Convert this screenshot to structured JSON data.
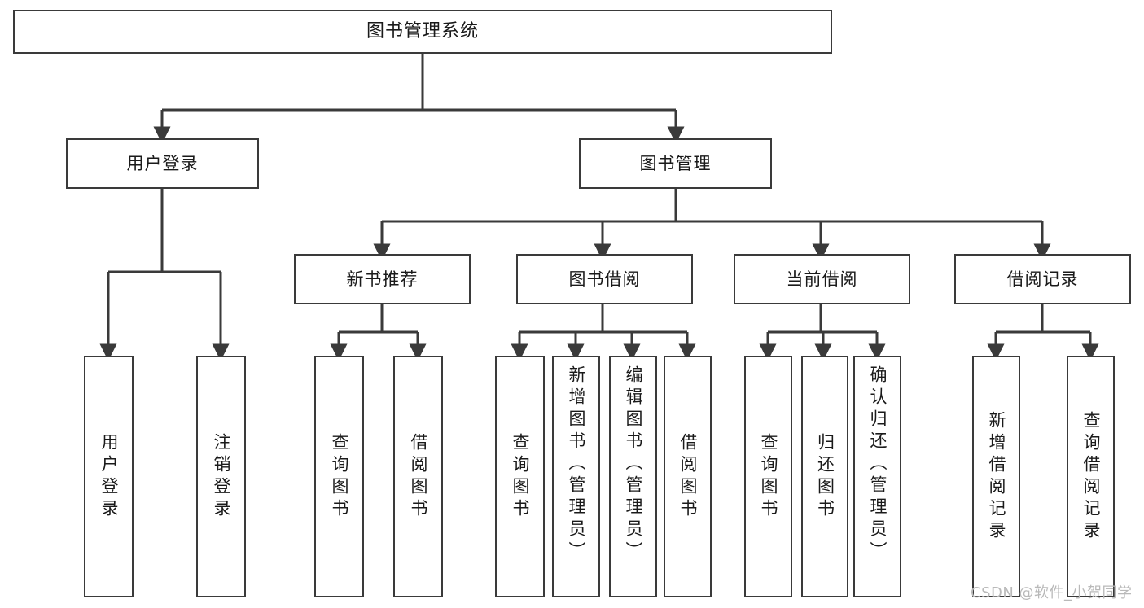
{
  "diagram": {
    "type": "tree",
    "title": "图书管理系统",
    "watermark": "CSDN @软件_小贺同学",
    "colors": {
      "box_border": "#3a3a3a",
      "box_fill": "#ffffff",
      "edge": "#3a3a3a",
      "text": "#1a1a1a",
      "watermark": "#b9b9b9",
      "background": "#ffffff"
    },
    "levels": {
      "level1": "系统",
      "level2": "主模块",
      "level3": "子模块",
      "level4": "功能项"
    },
    "nodes": {
      "root": {
        "label": "图书管理系统"
      },
      "l2": [
        {
          "id": "user-login",
          "label": "用户登录"
        },
        {
          "id": "book-manage",
          "label": "图书管理"
        }
      ],
      "l3": [
        {
          "id": "new-book-rec",
          "label": "新书推荐",
          "parent": "book-manage"
        },
        {
          "id": "book-borrow",
          "label": "图书借阅",
          "parent": "book-manage"
        },
        {
          "id": "current-borrow",
          "label": "当前借阅",
          "parent": "book-manage"
        },
        {
          "id": "borrow-record",
          "label": "借阅记录",
          "parent": "book-manage"
        }
      ],
      "l4": [
        {
          "id": "leaf-user-login",
          "label": "用户登录",
          "parent": "user-login"
        },
        {
          "id": "leaf-logout",
          "label": "注销登录",
          "parent": "user-login"
        },
        {
          "id": "leaf-query-book-rec",
          "label": "查询图书",
          "parent": "new-book-rec"
        },
        {
          "id": "leaf-borrow-book-rec",
          "label": "借阅图书",
          "parent": "new-book-rec"
        },
        {
          "id": "leaf-query-book-borrow",
          "label": "查询图书",
          "parent": "book-borrow"
        },
        {
          "id": "leaf-add-book",
          "label": "新增图书（管理员）",
          "parent": "book-borrow"
        },
        {
          "id": "leaf-edit-book",
          "label": "编辑图书（管理员）",
          "parent": "book-borrow"
        },
        {
          "id": "leaf-borrow-book",
          "label": "借阅图书",
          "parent": "book-borrow"
        },
        {
          "id": "leaf-query-book-cur",
          "label": "查询图书",
          "parent": "current-borrow"
        },
        {
          "id": "leaf-return-book",
          "label": "归还图书",
          "parent": "current-borrow"
        },
        {
          "id": "leaf-confirm-return",
          "label": "确认归还（管理员）",
          "parent": "current-borrow"
        },
        {
          "id": "leaf-add-record",
          "label": "新增借阅记录",
          "parent": "borrow-record"
        },
        {
          "id": "leaf-query-record",
          "label": "查询借阅记录",
          "parent": "borrow-record"
        }
      ]
    }
  }
}
